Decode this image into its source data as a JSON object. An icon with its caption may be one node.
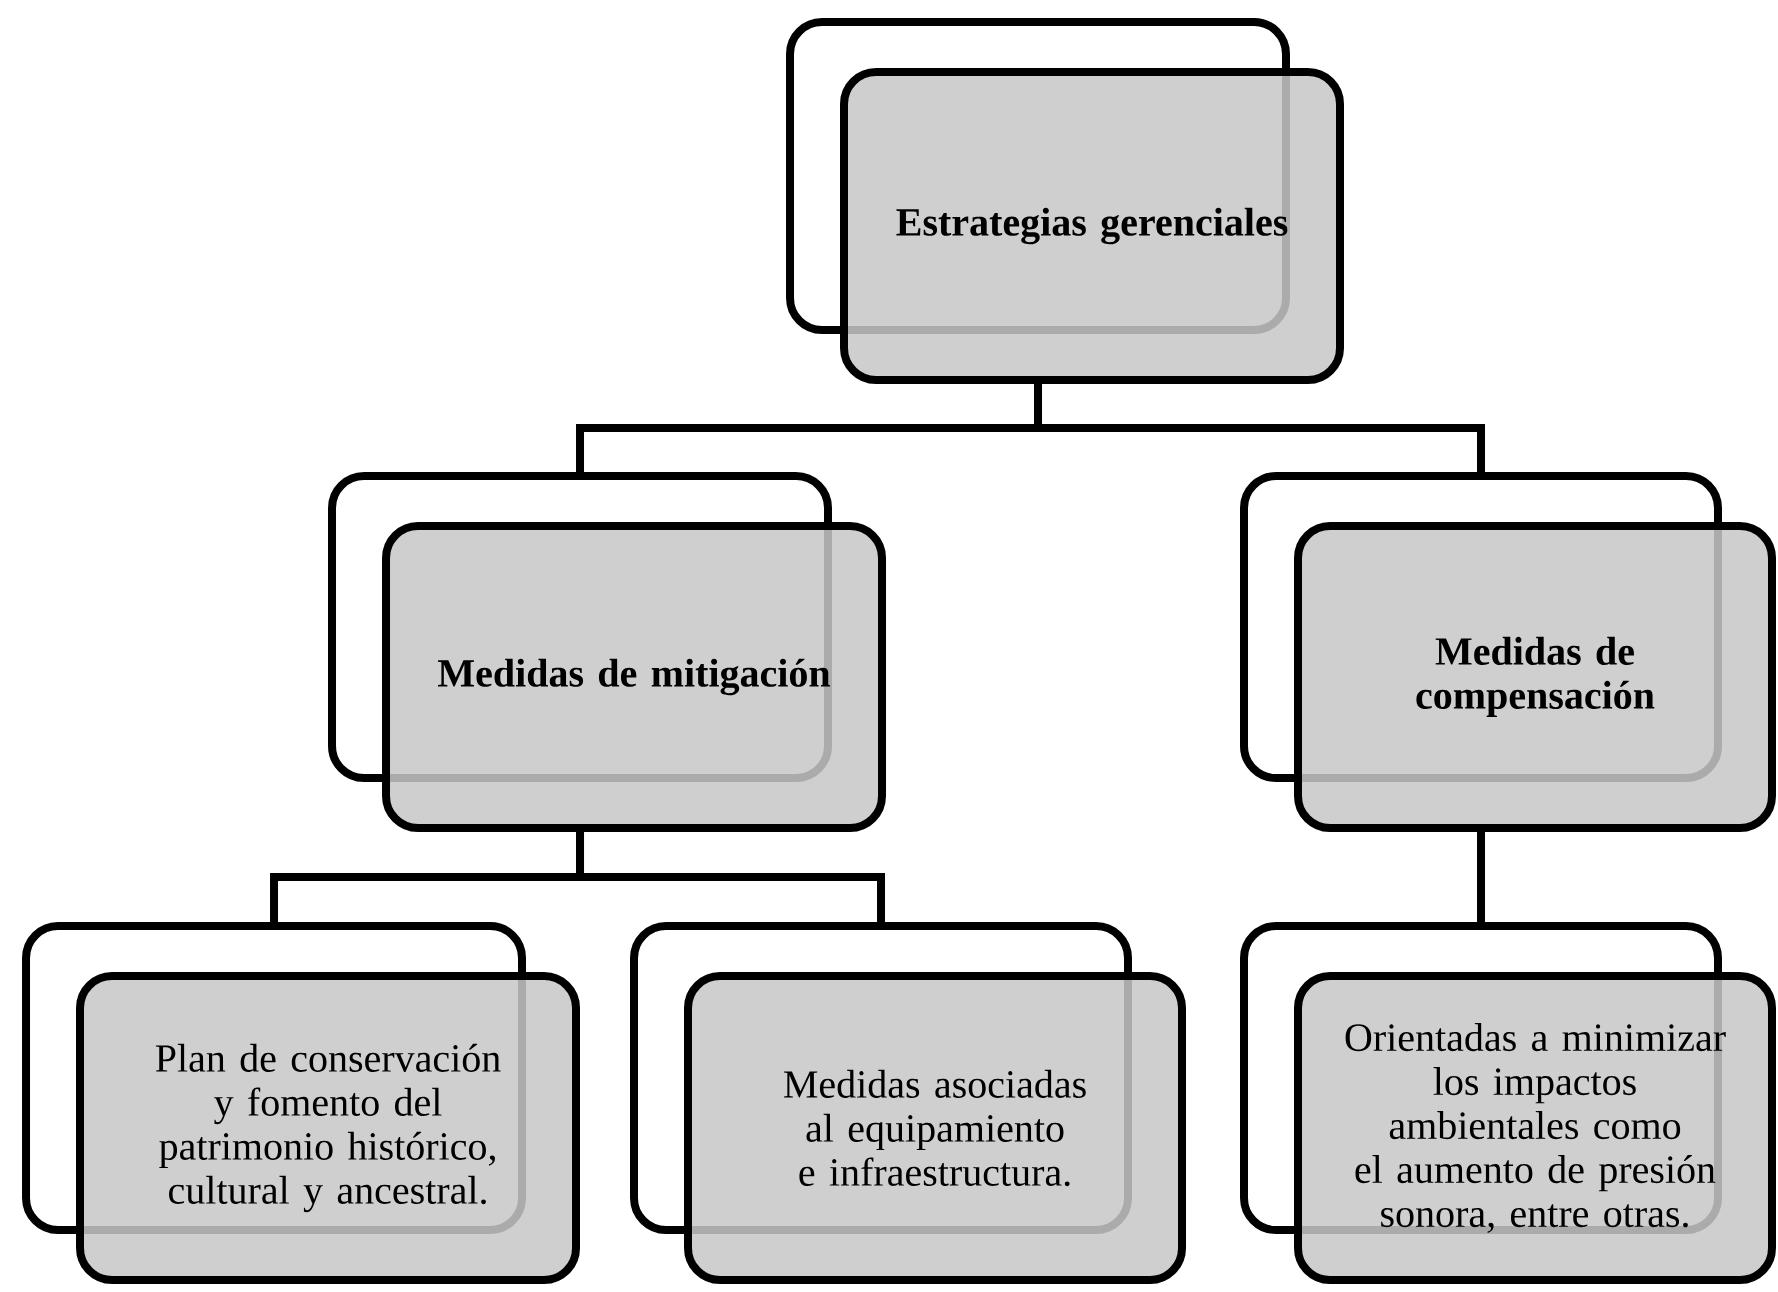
{
  "diagram": {
    "nodes": [
      {
        "text": [
          "Estrategias gerenciales"
        ]
      },
      {
        "text": [
          "Medidas de mitigación"
        ]
      },
      {
        "text": [
          "Medidas de compensación"
        ]
      },
      {
        "text": [
          "Plan de conservación y fomento del patrimonio histórico, cultural y ancestral."
        ]
      },
      {
        "text": [
          "Medidas asociadas al equipamiento e infraestructura."
        ]
      },
      {
        "text": [
          "Orientadas a minimizar los impactos ambientales como el aumento de presión sonora, entre otras."
        ]
      }
    ],
    "edges": [
      {
        "from": 0,
        "to": 1,
        "arrow": "none"
      },
      {
        "from": 0,
        "to": 2,
        "arrow": "none"
      },
      {
        "from": 1,
        "to": 3,
        "arrow": "none"
      },
      {
        "from": 1,
        "to": 4,
        "arrow": "none"
      },
      {
        "from": 2,
        "to": 5,
        "arrow": "none"
      }
    ]
  }
}
